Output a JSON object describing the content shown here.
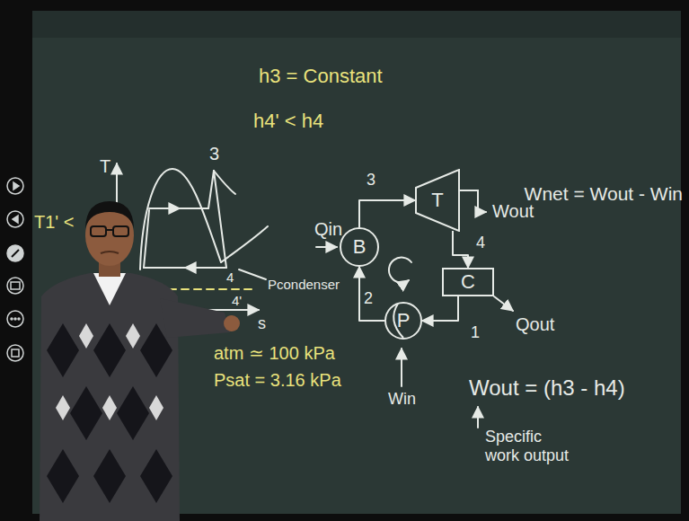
{
  "diagram": {
    "nodes": [
      {
        "text": [
          "B"
        ]
      },
      {
        "text": [
          "T"
        ]
      },
      {
        "text": [
          "C"
        ]
      },
      {
        "text": [
          "P"
        ]
      }
    ],
    "edges": [
      {
        "from": 0,
        "to": 1,
        "arrow": "to",
        "label": "3"
      },
      {
        "from": 1,
        "to": 2,
        "arrow": "to",
        "label": "4"
      },
      {
        "from": 2,
        "to": 3,
        "arrow": "to",
        "label": "1"
      },
      {
        "from": 3,
        "to": 0,
        "arrow": "to",
        "label": "2"
      }
    ],
    "labels": [
      "h3 = Constant",
      "h4' < h4",
      "T",
      "3",
      "T1' <",
      "4",
      "4'",
      "Pcondenser",
      "s",
      "atm ≃ 100 kPa",
      "Psat = 3.16 kPa",
      "Qin",
      "Wout",
      "Qout",
      "Win",
      "Wnet = Wout - Win",
      "Wout = (h3 - h4)",
      "Specific work output"
    ]
  }
}
